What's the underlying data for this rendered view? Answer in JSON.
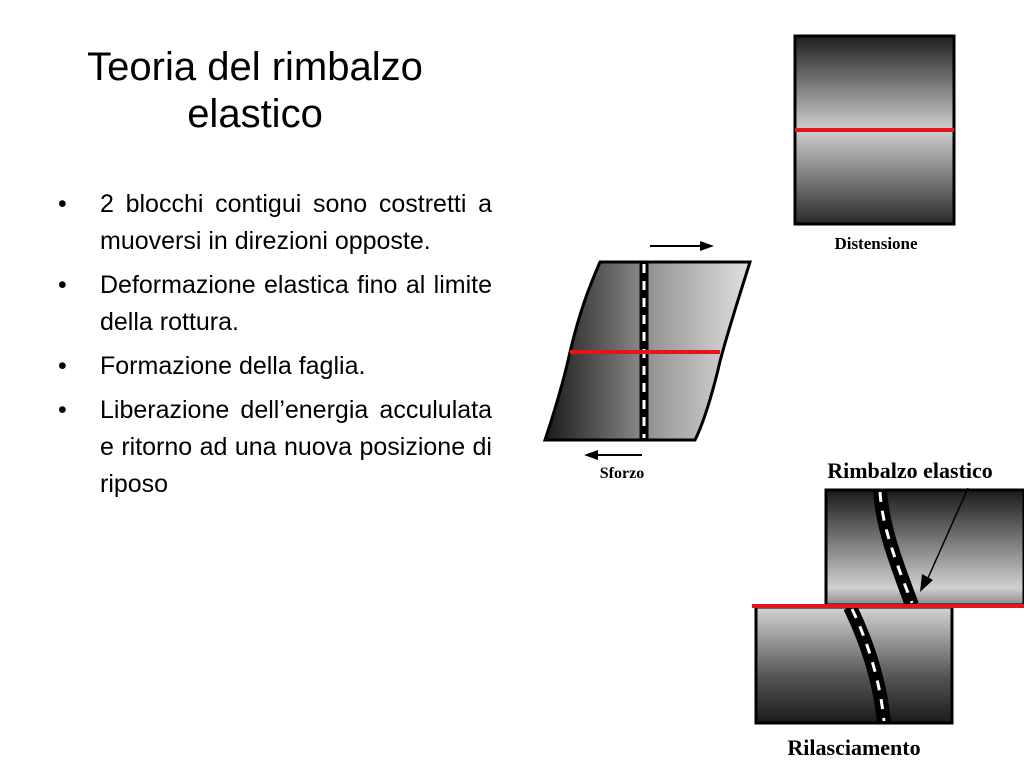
{
  "title": {
    "line1": "Teoria del rimbalzo",
    "line2": "elastico"
  },
  "bullets": [
    "2 blocchi contigui sono costretti a muoversi in direzioni opposte.",
    "Deformazione elastica fino al limite della rottura.",
    "Formazione della faglia.",
    "Liberazione dell’energia accululata e ritorno ad una nuova posizione di riposo"
  ],
  "bullet_glyph": "•",
  "diagrams": {
    "distensione_label": "Distensione",
    "sforzo_label": "Sforzo",
    "rimbalzo_label": "Rimbalzo elastico",
    "rilasciamento_label": "Rilasciamento"
  },
  "colors": {
    "fault_line": "#e8141b",
    "block_dark": "#1a1a1a",
    "block_light": "#d8d8d8",
    "road_line": "#ffffff"
  }
}
